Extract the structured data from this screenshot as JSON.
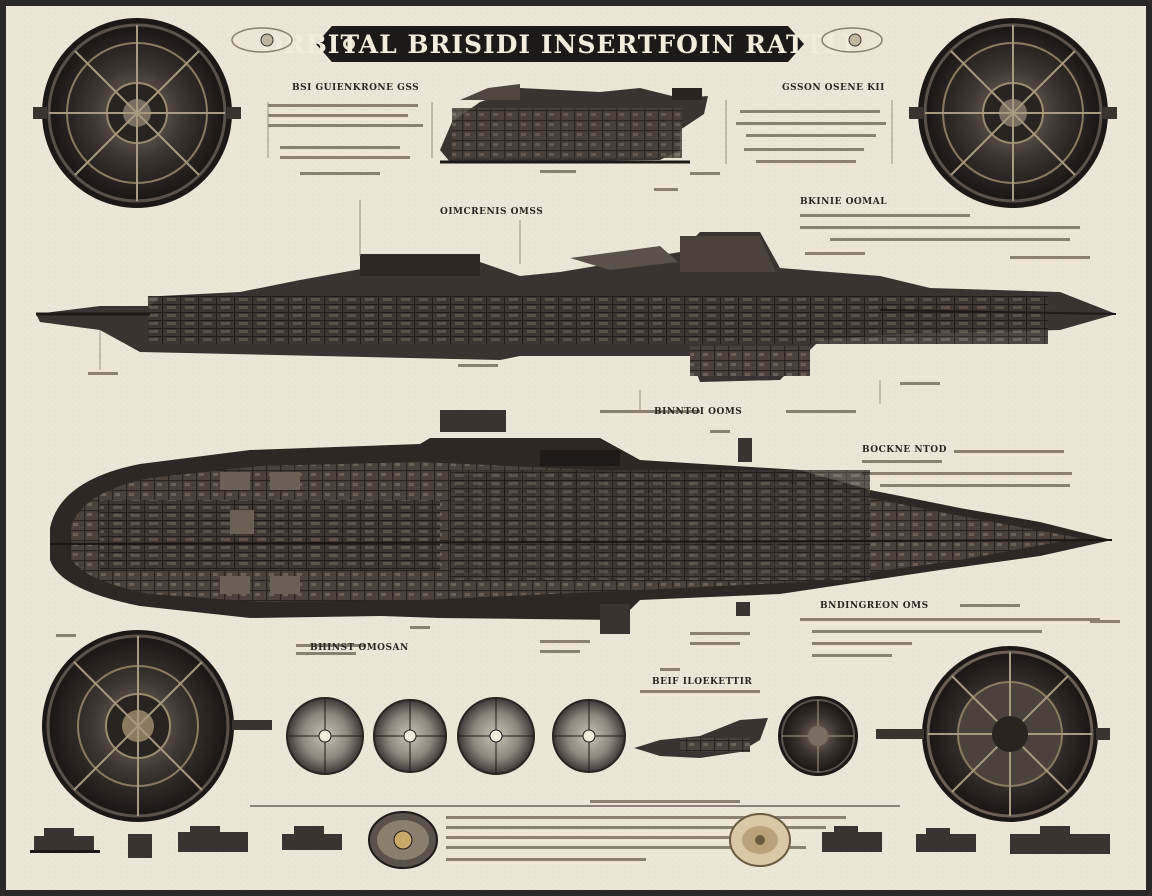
{
  "title": "ORBITAL BRISIDI INSERTFOIN RATTLE",
  "captions": {
    "upper_left": "BSI GUIENKRONE GSS",
    "upper_right": "GSSON OSENE KII",
    "mid_left_label": "OIMCRENIS OMSS",
    "main_hull_label": "BINNTOI OOMS",
    "right_block_title": "BKINIE OOMAL",
    "mid_right_title": "BOCKNE NTOD",
    "lower_right_title": "BNDINGREON OMS",
    "lower_center_label": "BEIF ILOEKETTIR",
    "left_label": "BHINST OMOSAN"
  },
  "colors": {
    "paper": "#ece6d6",
    "ink": "#2b2622",
    "banner": "#1c1a18",
    "hull_dark": "#3a3430",
    "hull_mid": "#5a524a",
    "trim": "#8a7a60"
  },
  "icons": [
    "rotary-disc-icon",
    "reticle-disc-icon",
    "emblem-icon"
  ]
}
